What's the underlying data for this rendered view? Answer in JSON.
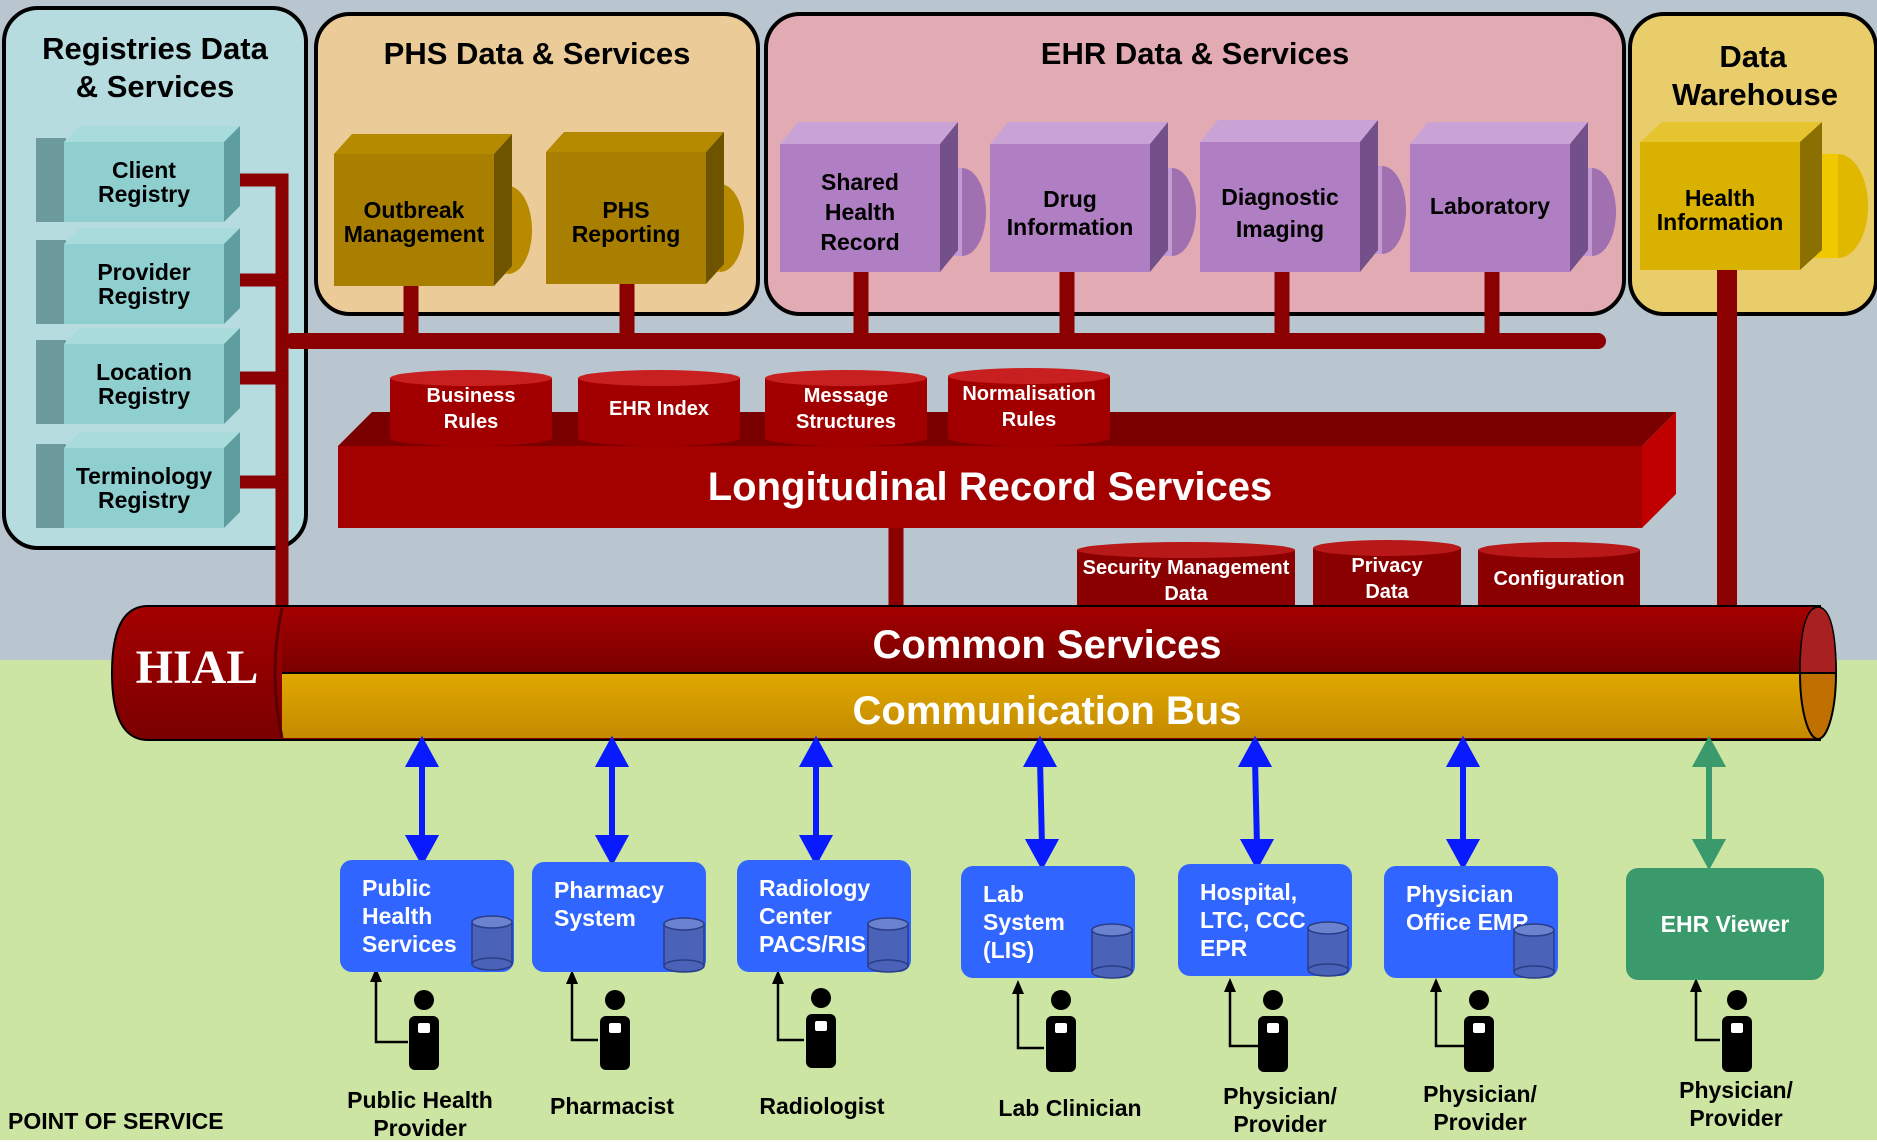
{
  "panels": {
    "registries": "Registries Data & Services",
    "phs": "PHS Data & Services",
    "ehr": "EHR Data & Services",
    "warehouse": "Data Warehouse"
  },
  "registries": [
    "Client Registry",
    "Provider Registry",
    "Location Registry",
    "Terminology Registry"
  ],
  "phs_services": [
    "Outbreak Management",
    "PHS Reporting"
  ],
  "ehr_services": [
    "Shared Health Record",
    "Drug Information",
    "Diagnostic Imaging",
    "Laboratory"
  ],
  "warehouse_services": [
    "Health Information"
  ],
  "lrs": {
    "title": "Longitudinal Record Services",
    "top_stores": [
      "Business Rules",
      "EHR Index",
      "Message Structures",
      "Normalisation Rules"
    ],
    "bottom_stores": [
      "Security Management Data",
      "Privacy Data",
      "Configuration"
    ]
  },
  "hial": {
    "label": "HIAL",
    "common": "Common Services",
    "bus": "Communication Bus"
  },
  "point_of_service": {
    "label": "POINT OF SERVICE",
    "systems": [
      {
        "name": "Public Health Services",
        "role": "Public Health Provider"
      },
      {
        "name": "Pharmacy System",
        "role": "Pharmacist"
      },
      {
        "name": "Radiology Center PACS/RIS",
        "role": "Radiologist"
      },
      {
        "name": "Lab System (LIS)",
        "role": "Lab Clinician"
      },
      {
        "name": "Hospital, LTC, CCC EPR",
        "role": "Physician/ Provider"
      },
      {
        "name": "Physician Office EMR",
        "role": "Physician/ Provider"
      },
      {
        "name": "EHR Viewer",
        "role": "Physician/ Provider"
      }
    ]
  },
  "colors": {
    "hial_red": "#8b0000",
    "bus_gold": "#d39a00",
    "poc_blue": "#3065ff",
    "viewer_green": "#3a9a6c",
    "arrow_blue": "#0a1aff",
    "arrow_green": "#3a9a6c",
    "registry_teal": "#8fcfd0",
    "phs_gold": "#a87f00",
    "ehr_purple": "#b07ec2",
    "warehouse_yellow": "#d9b100"
  }
}
